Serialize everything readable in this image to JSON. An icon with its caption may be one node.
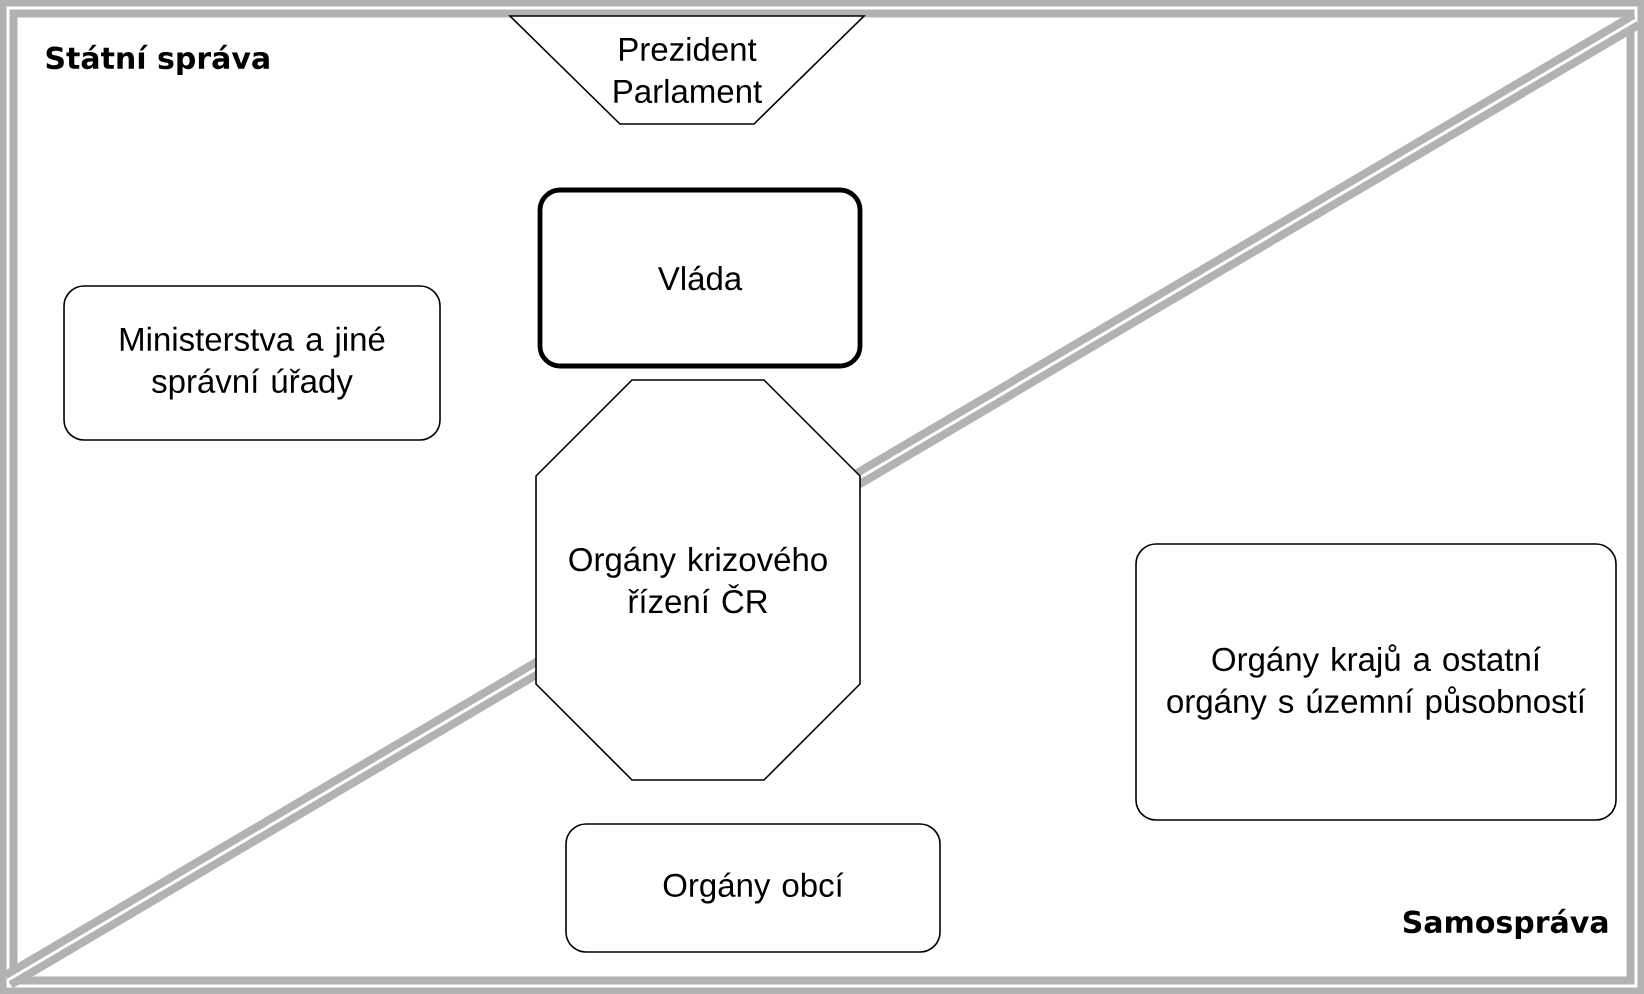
{
  "diagram": {
    "nodes": [
      {
        "text": [
          "Prezident Parlament"
        ]
      },
      {
        "text": [
          "Vláda"
        ]
      },
      {
        "text": [
          "Ministerstva a jiné správní úřady"
        ]
      },
      {
        "text": [
          "Orgány krizového řízení ČR"
        ]
      },
      {
        "text": [
          "Orgány krajů a ostatní orgány s územní působností"
        ]
      },
      {
        "text": [
          "Orgány obcí"
        ]
      }
    ],
    "labels": [
      "Státní správa",
      "Samospráva"
    ]
  }
}
